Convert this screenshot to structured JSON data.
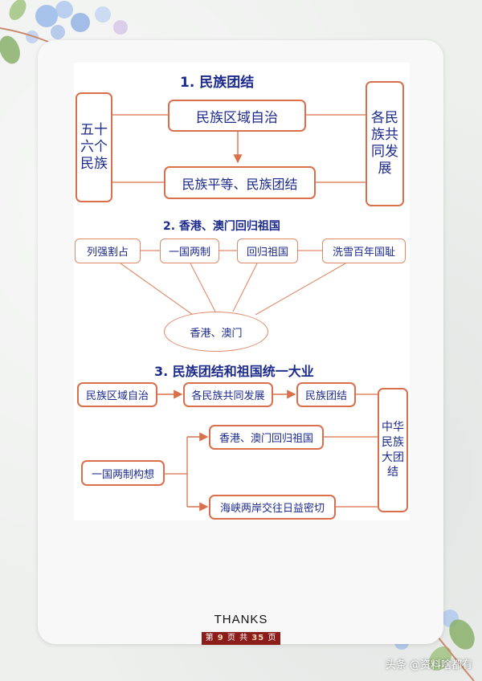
{
  "section1": {
    "title": "1. 民族团结",
    "left_box": "五十六个民族",
    "top_box": "民族区域自治",
    "bottom_box": "民族平等、民族团结",
    "right_box": "各民族共同发展"
  },
  "section2": {
    "title": "2. 香港、澳门回归祖国",
    "boxes": [
      "列强割占",
      "一国两制",
      "回归祖国",
      "洗雪百年国耻"
    ],
    "center": "香港、澳门"
  },
  "section3": {
    "title": "3. 民族团结和祖国统一大业",
    "row1": [
      "民族区域自治",
      "各民族共同发展",
      "民族团结"
    ],
    "source_box": "一国两制构想",
    "branch_top": "香港、澳门回归祖国",
    "branch_bottom": "海峡两岸交往日益密切",
    "right_box": "中华民族大团结"
  },
  "footer": {
    "thanks": "THANKS",
    "page_prefix": "第",
    "page_current": "9",
    "page_mid": "页 共",
    "page_total": "35",
    "page_suffix": "页",
    "watermark": "头条 @资料啥都有"
  },
  "colors": {
    "border": "#d9704b",
    "text": "#1c2a8c",
    "arrow": "#d9704b",
    "pager_bg": "#8b1e1a"
  }
}
